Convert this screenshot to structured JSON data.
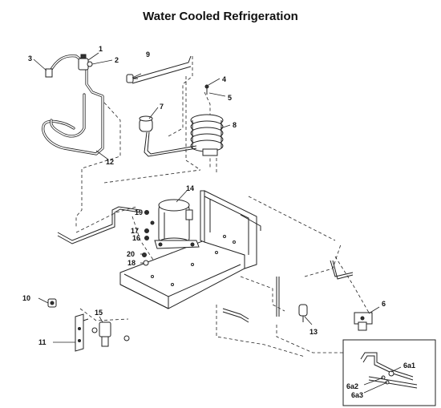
{
  "diagram": {
    "title": "Water Cooled Refrigeration",
    "callouts": {
      "c1": "1",
      "c2": "2",
      "c3": "3",
      "c4": "4",
      "c5": "5",
      "c6": "6",
      "c7": "7",
      "c8": "8",
      "c9": "9",
      "c10": "10",
      "c11": "11",
      "c12": "12",
      "c13": "13",
      "c14": "14",
      "c15": "15",
      "c16": "16",
      "c17": "17",
      "c18": "18",
      "c19": "19",
      "c20": "20",
      "c6a1": "6a1",
      "c6a2": "6a2",
      "c6a3": "6a3"
    }
  }
}
